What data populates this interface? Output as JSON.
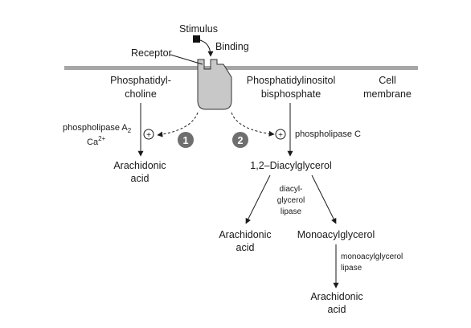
{
  "labels": {
    "stimulus": "Stimulus",
    "binding": "Binding",
    "receptor": "Receptor",
    "cell_membrane_line1": "Cell",
    "cell_membrane_line2": "membrane",
    "pc_line1": "Phosphatidyl-",
    "pc_line2": "choline",
    "pip2_line1": "Phosphatidylinositol",
    "pip2_line2": "bisphosphate",
    "pla2_prefix": "phospholipase A",
    "pla2_sub": "2",
    "ca_base": "Ca",
    "ca_sup": "2+",
    "plc": "phospholipase C",
    "aa1_line1": "Arachidonic",
    "aa1_line2": "acid",
    "dag": "1,2–Diacylglycerol",
    "dagl_line1": "diacyl-",
    "dagl_line2": "glycerol",
    "dagl_line3": "lipase",
    "aa2_line1": "Arachidonic",
    "aa2_line2": "acid",
    "mag": "Monoacylglycerol",
    "magl_line1": "monoacylglycerol",
    "magl_line2": "lipase",
    "aa3_line1": "Arachidonic",
    "aa3_line2": "acid",
    "path1": "1",
    "path2": "2",
    "plus": "+"
  }
}
